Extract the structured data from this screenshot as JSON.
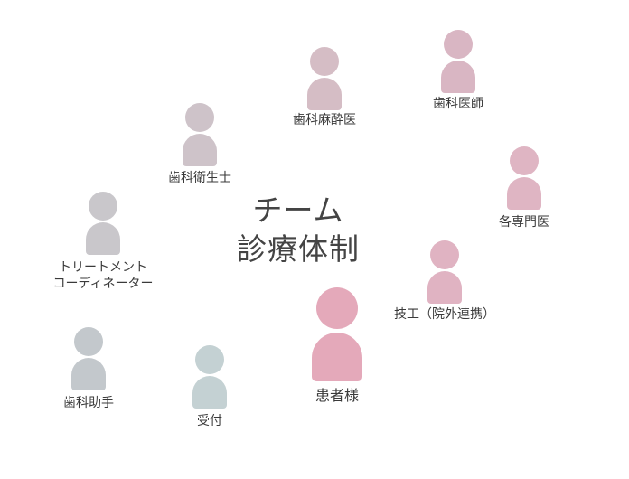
{
  "diagram": {
    "title_line1": "チーム",
    "title_line2": "診療体制",
    "members": [
      {
        "id": "dentist",
        "label": "歯科医師",
        "color": "#d9b6c3"
      },
      {
        "id": "anesthesiologist",
        "label": "歯科麻酔医",
        "color": "#d5bdc5"
      },
      {
        "id": "specialist",
        "label": "各専門医",
        "color": "#dfb5c3"
      },
      {
        "id": "hygienist",
        "label": "歯科衛生士",
        "color": "#cec3c9"
      },
      {
        "id": "coordinator",
        "label_line1": "トリートメント",
        "label_line2": "コーディネーター",
        "color": "#c9c7cb"
      },
      {
        "id": "technician",
        "label": "技工（院外連携）",
        "color": "#e0b3c2"
      },
      {
        "id": "patient",
        "label": "患者様",
        "color": "#e4a9ba"
      },
      {
        "id": "assistant",
        "label": "歯科助手",
        "color": "#c3c8cc"
      },
      {
        "id": "reception",
        "label": "受付",
        "color": "#c4d1d3"
      }
    ]
  }
}
